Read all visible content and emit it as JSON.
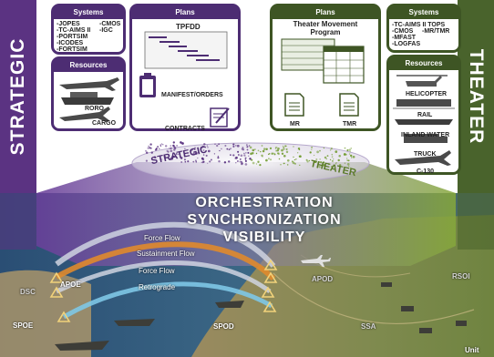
{
  "bands": {
    "left": "STRATEGIC",
    "right": "THEATER"
  },
  "strategic": {
    "systems_title": "Systems",
    "systems_col1": [
      "-JOPES",
      "-TC-AIMS II",
      "-PORTSIM",
      "-ICODES",
      "-FORTSIM"
    ],
    "systems_col2": [
      "-CMOS",
      "-IGC"
    ],
    "resources_title": "Resources",
    "resources_labels": [
      "RORO",
      "CARGO"
    ],
    "plans_title": "Plans",
    "plans_doc_title": "TPFDD",
    "plans_manifest": "MANIFEST/ORDERS",
    "plans_contracts": "CONTRACTS"
  },
  "theater": {
    "plans_title": "Plans",
    "program_title_line1": "Theater Movement",
    "program_title_line2": "Program",
    "docs": [
      "MR",
      "TMR"
    ],
    "systems_title": "Systems",
    "systems_items": [
      "-TC-AIMS II TOPS",
      "-CMOS",
      "-MR/TMR",
      "-MFAST",
      "-LOGFAS"
    ],
    "resources_title": "Resources",
    "resources_labels": [
      "HELICOPTER",
      "RAIL",
      "INLAND WATER",
      "TRUCK",
      "C-130"
    ]
  },
  "ellipse_labels": {
    "left": "STRATEGIC",
    "right": "THEATER"
  },
  "central": [
    "ORCHESTRATION",
    "SYNCHRONIZATION",
    "VISIBILITY"
  ],
  "flows": [
    "Force Flow",
    "Sustainment Flow",
    "Force Flow",
    "Retrograde"
  ],
  "map_nodes": [
    "DSC",
    "APOE",
    "SPOE",
    "SPOD",
    "APOD",
    "SSA",
    "RSOI",
    "Unit"
  ],
  "colors": {
    "strategic": "#5b3382",
    "theater": "#49632c",
    "sustainment": "#e08a2c",
    "force": "#cfd3e0",
    "retro": "#7ec6e6"
  }
}
